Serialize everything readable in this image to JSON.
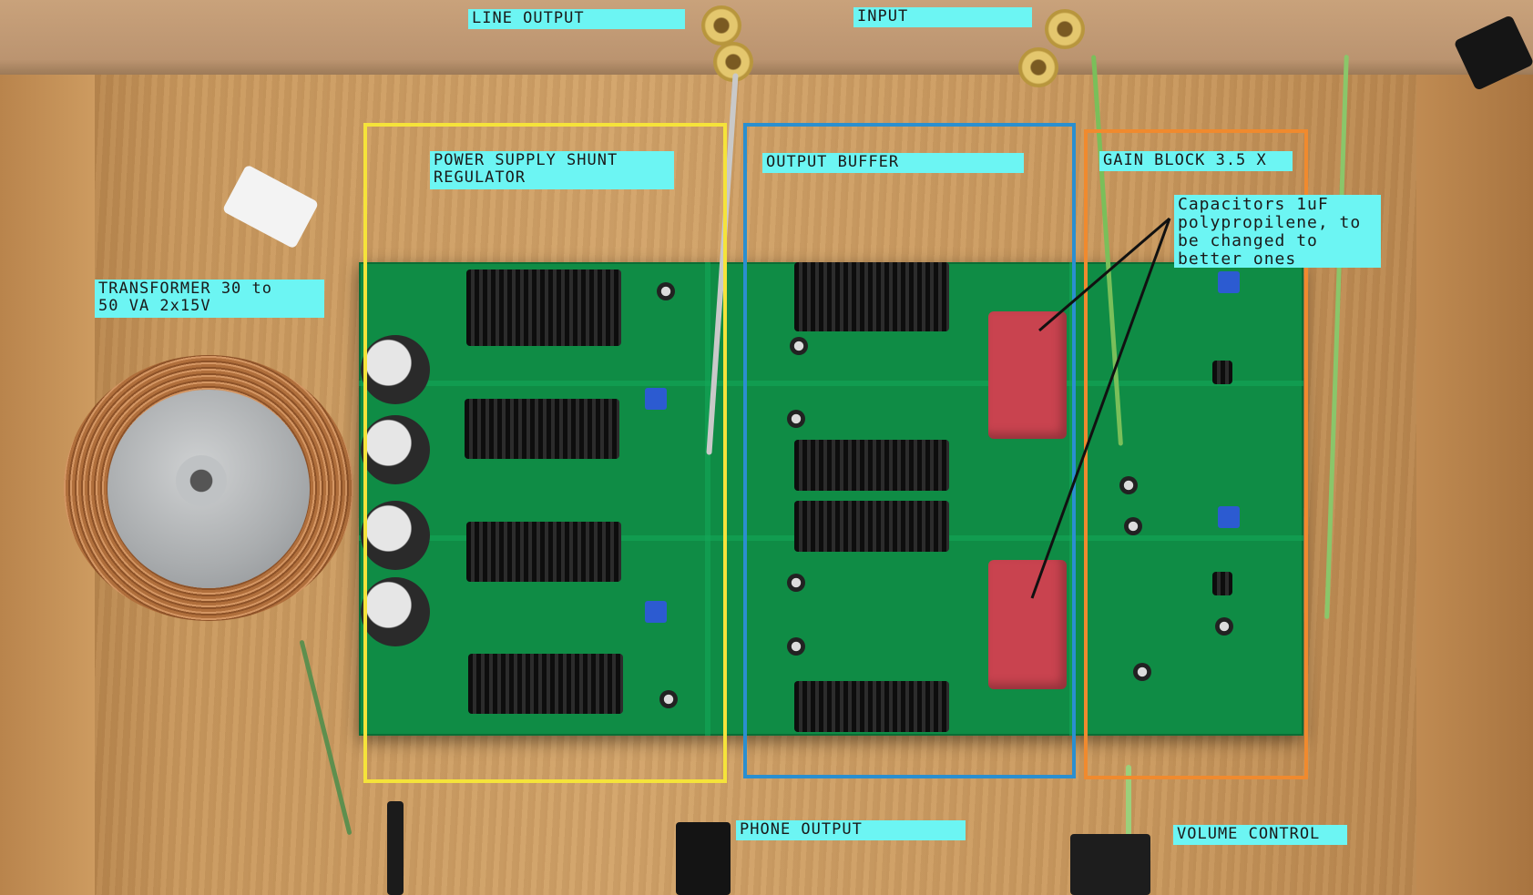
{
  "labels": {
    "line_output": "LINE OUTPUT",
    "input": "INPUT",
    "power_supply": "POWER SUPPLY SHUNT\nREGULATOR",
    "output_buffer": "OUTPUT BUFFER",
    "gain_block": "GAIN BLOCK 3.5 X",
    "capacitors_note": "Capacitors 1uF\npolypropilene, to\nbe changed to\nbetter ones",
    "transformer": "TRANSFORMER 30 to\n50 VA 2x15V",
    "phone_output": "PHONE OUTPUT",
    "volume_control": "VOLUME CONTROL"
  },
  "colors": {
    "label_bg": "#6cf5f3",
    "power_frame": "#f5e33a",
    "buffer_frame": "#2a8fd0",
    "gain_frame": "#f08a2e",
    "pcb": "#0f8c45"
  }
}
